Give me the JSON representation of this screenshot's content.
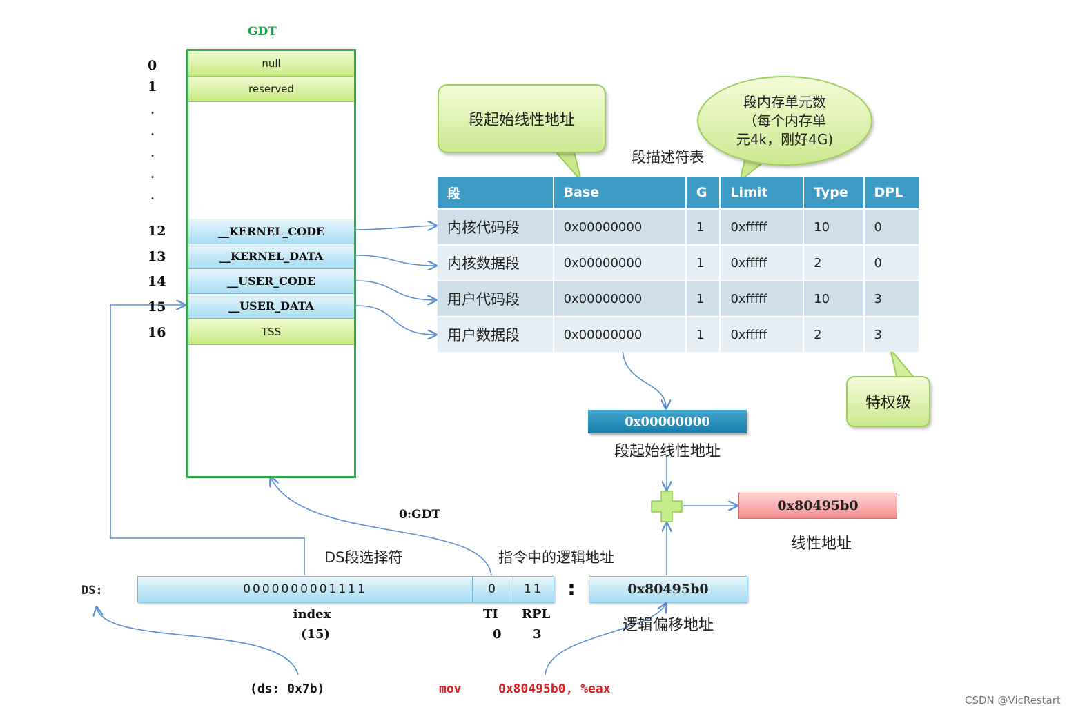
{
  "gdt": {
    "title": "GDT",
    "indices": [
      "0",
      "1",
      "12",
      "13",
      "14",
      "15",
      "16"
    ],
    "dots": ".",
    "rows": [
      "null",
      "reserved",
      "__KERNEL_CODE",
      "__KERNEL_DATA",
      "__USER_CODE",
      "__USER_DATA",
      "TSS"
    ]
  },
  "bubbles": {
    "base_start": "段起始线性地址",
    "limit_unit_line1": "段内存单元数",
    "limit_unit_line2": "（每个内存单",
    "limit_unit_line3": "元4k，刚好4G)",
    "privilege": "特权级"
  },
  "table": {
    "caption": "段描述符表",
    "headers": [
      "段",
      "Base",
      "G",
      "Limit",
      "Type",
      "DPL"
    ],
    "rows": [
      [
        "内核代码段",
        "0x00000000",
        "1",
        "0xfffff",
        "10",
        "0"
      ],
      [
        "内核数据段",
        "0x00000000",
        "1",
        "0xfffff",
        "2",
        "0"
      ],
      [
        "用户代码段",
        "0x00000000",
        "1",
        "0xfffff",
        "10",
        "3"
      ],
      [
        "用户数据段",
        "0x00000000",
        "1",
        "0xfffff",
        "2",
        "3"
      ]
    ]
  },
  "base_address": {
    "value": "0x00000000",
    "label": "段起始线性地址"
  },
  "linear_address": {
    "value": "0x80495b0",
    "label": "线性地址"
  },
  "selector": {
    "ds_label": "DS:",
    "section_label": "DS段选择符",
    "index_bits": "0000000001111",
    "ti_bit": "0",
    "rpl_bits": "11",
    "gdt_hint": "0:GDT",
    "index_label": "index",
    "index_value": "(15)",
    "ti_label": "TI",
    "ti_value": "0",
    "rpl_label": "RPL",
    "rpl_value": "3"
  },
  "offset": {
    "label_top": "指令中的逻辑地址",
    "separator": ":",
    "value": "0x80495b0",
    "label_bottom": "逻辑偏移地址"
  },
  "instruction": {
    "ds_value": "(ds: 0x7b)",
    "op": "mov",
    "args": "0x80495b0, %eax"
  },
  "watermark": "CSDN @VicRestart",
  "colors": {
    "gdt_border": "#2fae4b",
    "table_header": "#3e9bc5",
    "arrow": "#5b8fd0",
    "linear_fill": "#f28e8e",
    "instruction": "#d92020"
  }
}
